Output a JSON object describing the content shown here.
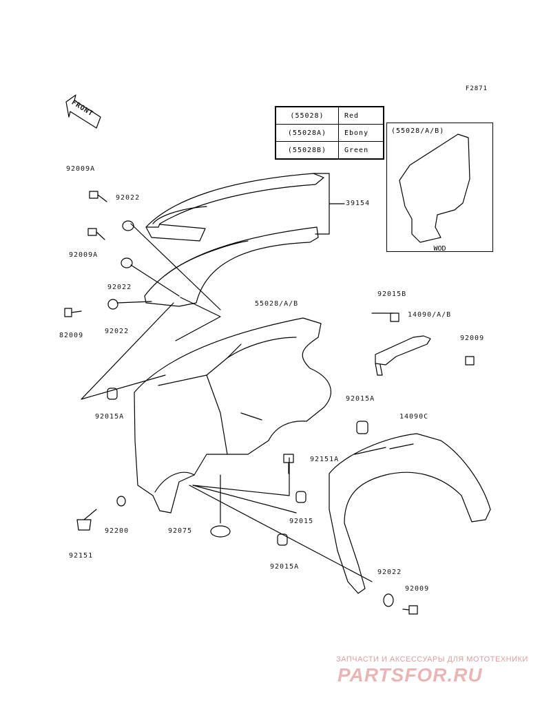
{
  "figure_id": "F2871",
  "front_label": "FRONT",
  "color_table": [
    {
      "code": "(55028)",
      "color": "Red"
    },
    {
      "code": "(55028A)",
      "color": "Ebony"
    },
    {
      "code": "(55028B)",
      "color": "Green"
    }
  ],
  "variant": {
    "title": "(55028/A/B)",
    "note": "WOD"
  },
  "part_labels": {
    "p92009A_top": "92009A",
    "p92022_top": "92022",
    "p92009A_mid": "92009A",
    "p92022_mid": "92022",
    "p39154": "39154",
    "p82009": "82009",
    "p92022_low": "92022",
    "p55028": "55028/A/B",
    "p92015B": "92015B",
    "p14090": "14090/A/B",
    "p92009_right": "92009",
    "p92015A_left": "92015A",
    "p92015A_right": "92015A",
    "p14090C": "14090C",
    "p92151A": "92151A",
    "p92015": "92015",
    "p92200": "92200",
    "p92075": "92075",
    "p92151": "92151",
    "p92015A_bottom": "92015A",
    "p92022_bottom": "92022",
    "p92009_bottom": "92009"
  },
  "watermark": {
    "line1": "ЗАПЧАСТИ И АКСЕССУАРЫ ДЛЯ МОТОТЕХНИКИ",
    "line2": "PARTSFOR.RU"
  }
}
